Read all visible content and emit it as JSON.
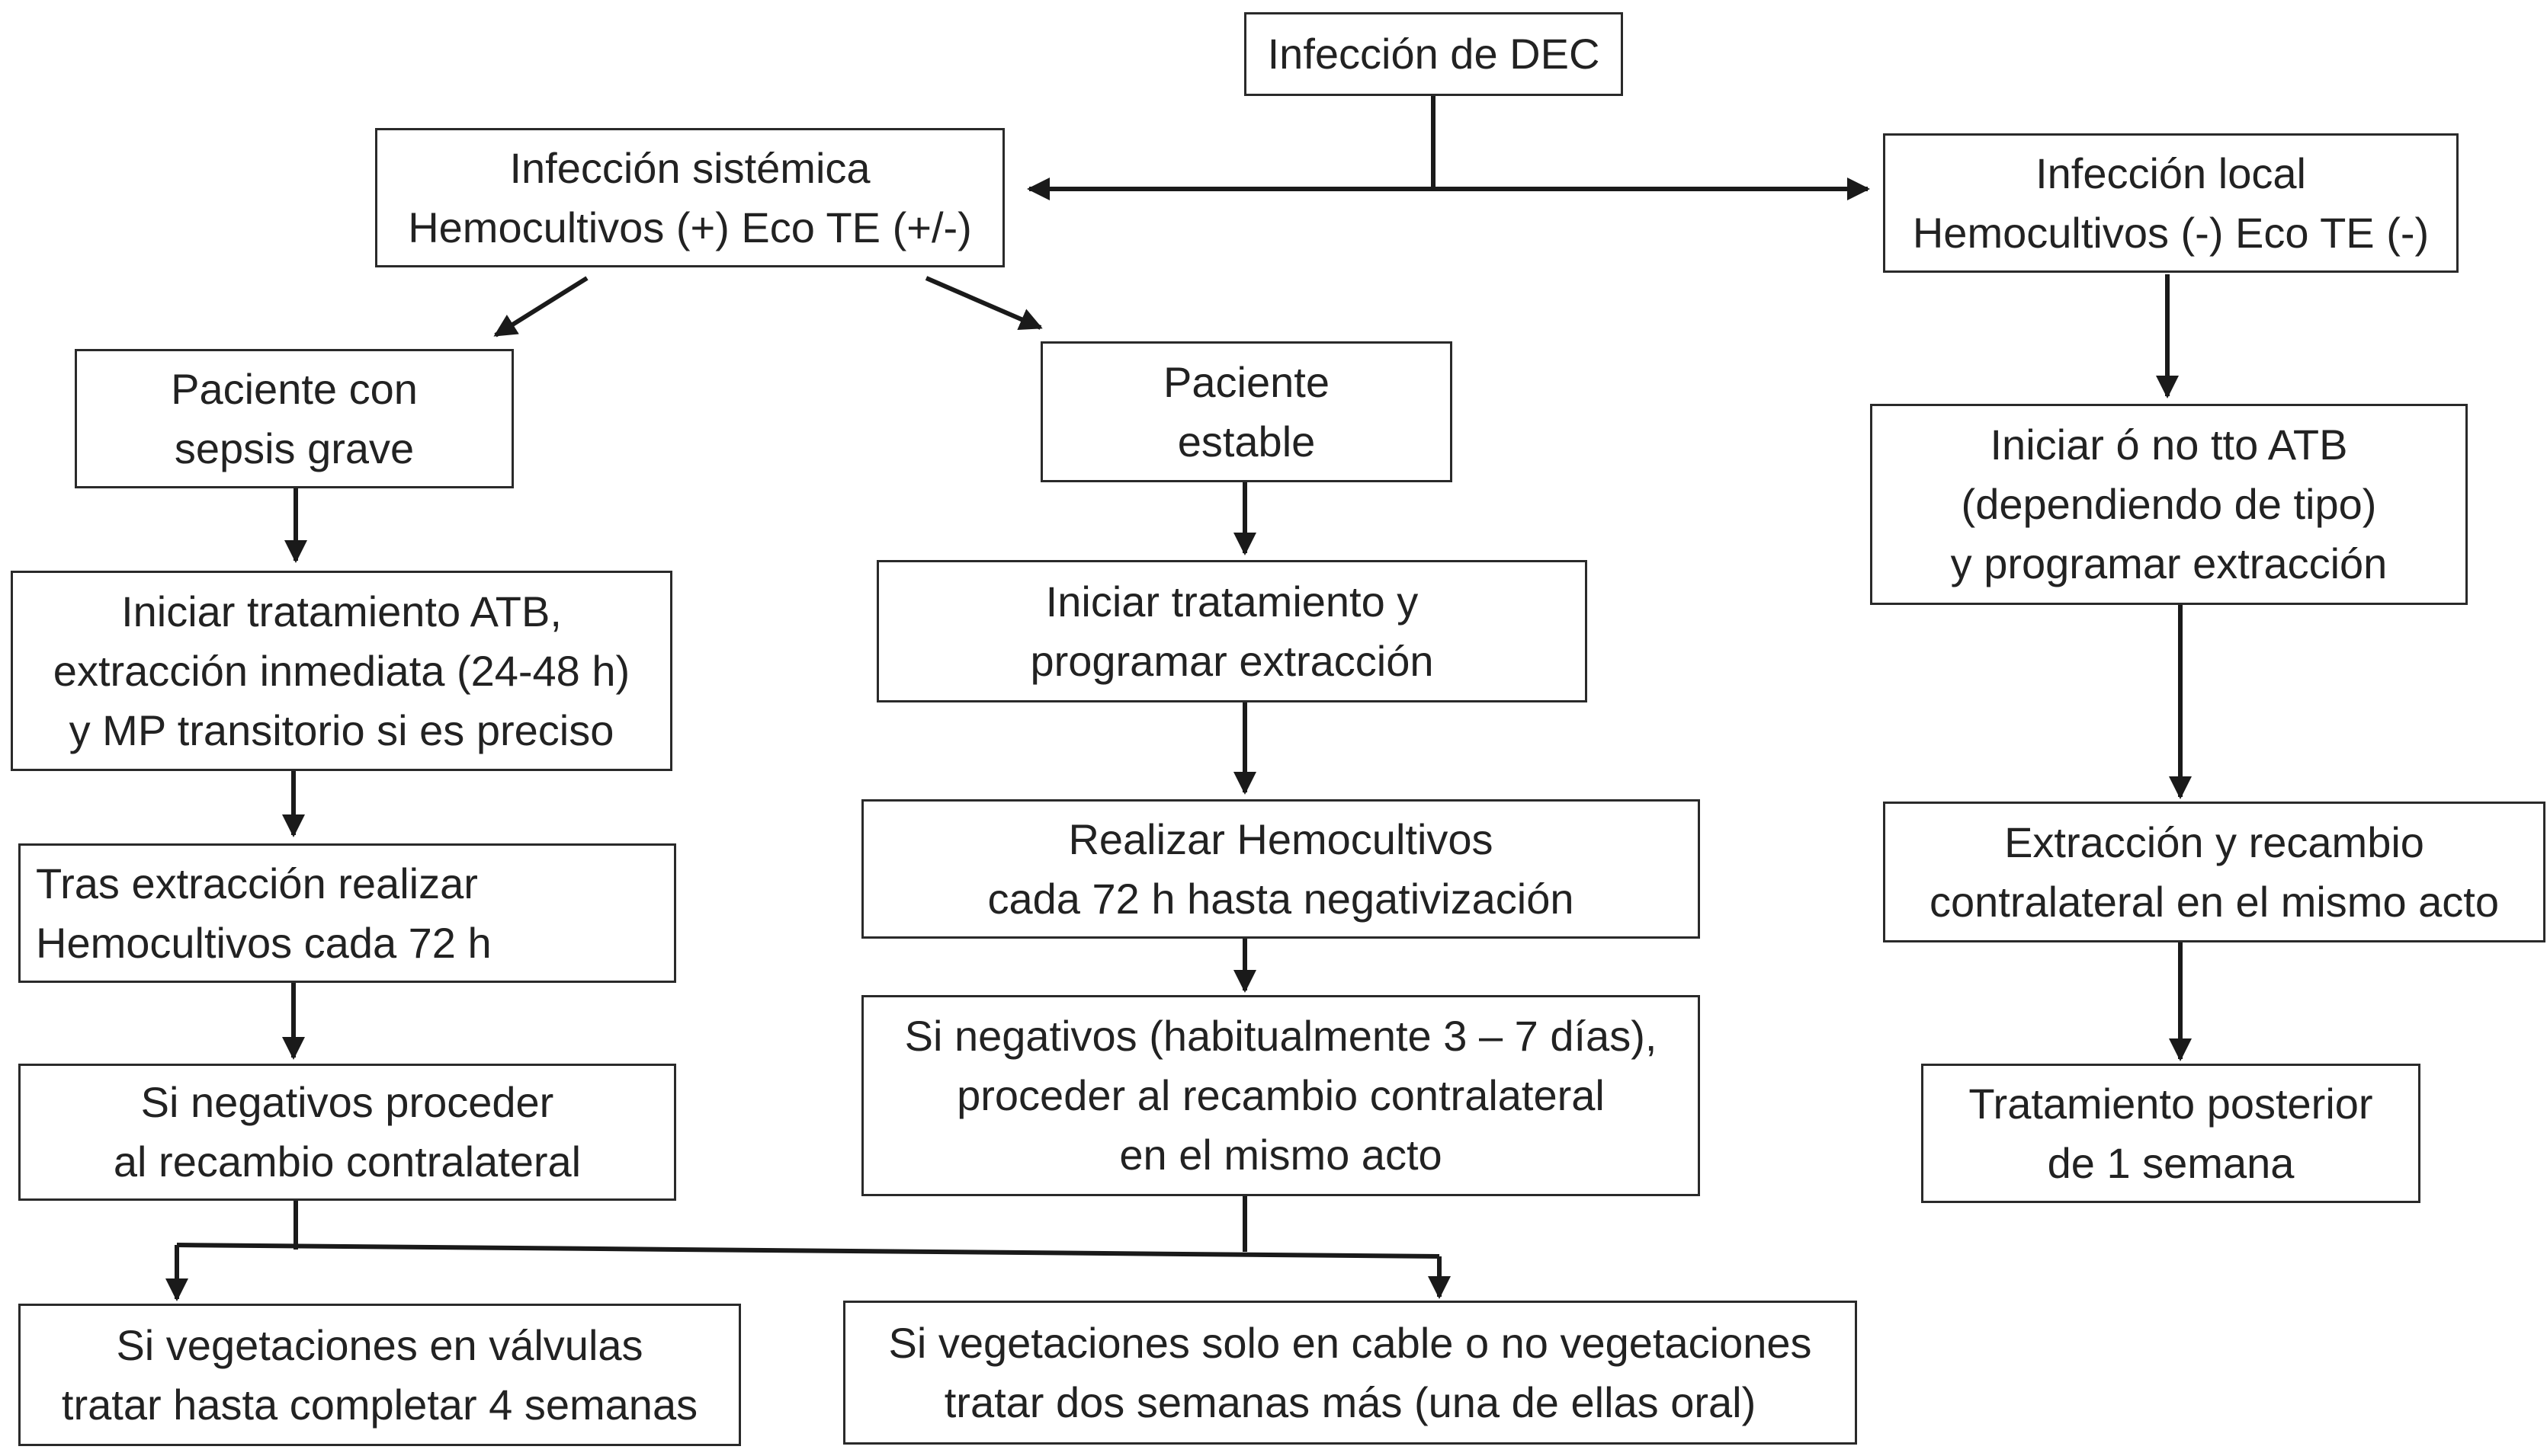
{
  "diagram": {
    "root": {
      "lines": [
        "Infección de DEC"
      ]
    },
    "systemic": {
      "lines": [
        "Infección sistémica",
        "Hemocultivos (+) Eco TE (+/-)"
      ]
    },
    "local": {
      "lines": [
        "Infección local",
        "Hemocultivos (-) Eco TE (-)"
      ]
    },
    "sepsis": {
      "lines": [
        "Paciente con",
        "sepsis grave"
      ]
    },
    "stable": {
      "lines": [
        "Paciente",
        "estable"
      ]
    },
    "sepsis_step1": {
      "lines": [
        "Iniciar tratamiento ATB,",
        "extracción inmediata (24-48 h)",
        "y MP transitorio si es preciso"
      ]
    },
    "sepsis_step2": {
      "lines": [
        "Tras extracción realizar",
        "Hemocultivos cada 72 h"
      ]
    },
    "sepsis_step3": {
      "lines": [
        "Si negativos proceder",
        "al recambio contralateral"
      ]
    },
    "stable_step1": {
      "lines": [
        "Iniciar tratamiento y",
        "programar extracción"
      ]
    },
    "stable_step2": {
      "lines": [
        "Realizar Hemocultivos",
        "cada 72 h hasta negativización"
      ]
    },
    "stable_step3": {
      "lines": [
        "Si negativos (habitualmente 3 – 7 días),",
        "proceder al recambio contralateral",
        "en el mismo acto"
      ]
    },
    "local_step1": {
      "lines": [
        "Iniciar ó no tto ATB",
        "(dependiendo de tipo)",
        "y programar extracción"
      ]
    },
    "local_step2": {
      "lines": [
        "Extracción y recambio",
        "contralateral en el mismo acto"
      ]
    },
    "local_step3": {
      "lines": [
        "Tratamiento posterior",
        "de 1 semana"
      ]
    },
    "outcome_valves": {
      "lines": [
        "Si vegetaciones en válvulas",
        "tratar hasta completar 4 semanas"
      ]
    },
    "outcome_cable": {
      "lines": [
        "Si vegetaciones solo en cable o no vegetaciones",
        "tratar dos semanas más (una de ellas oral)"
      ]
    }
  }
}
